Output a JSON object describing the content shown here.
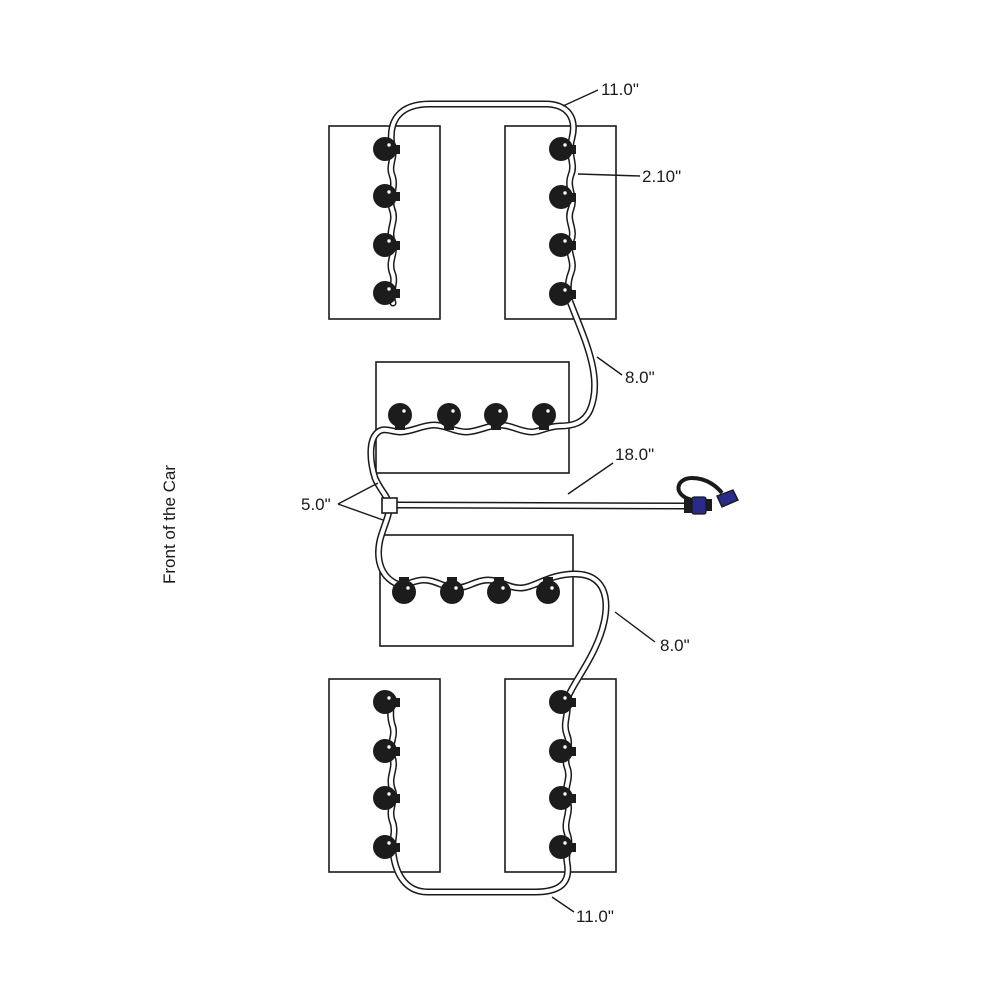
{
  "side_label": "Front of the Car",
  "colors": {
    "line": "#1a1a1a",
    "cap": "#1c1c1c",
    "connector": "#2a2a8a"
  },
  "dimensions": {
    "top_loop": "11.0\"",
    "cap_spacing": "2.10\"",
    "upper_connector": "8.0\"",
    "feed_line": "18.0\"",
    "tee_branches": "5.0\"",
    "lower_connector": "8.0\"",
    "bottom_loop": "11.0\""
  }
}
